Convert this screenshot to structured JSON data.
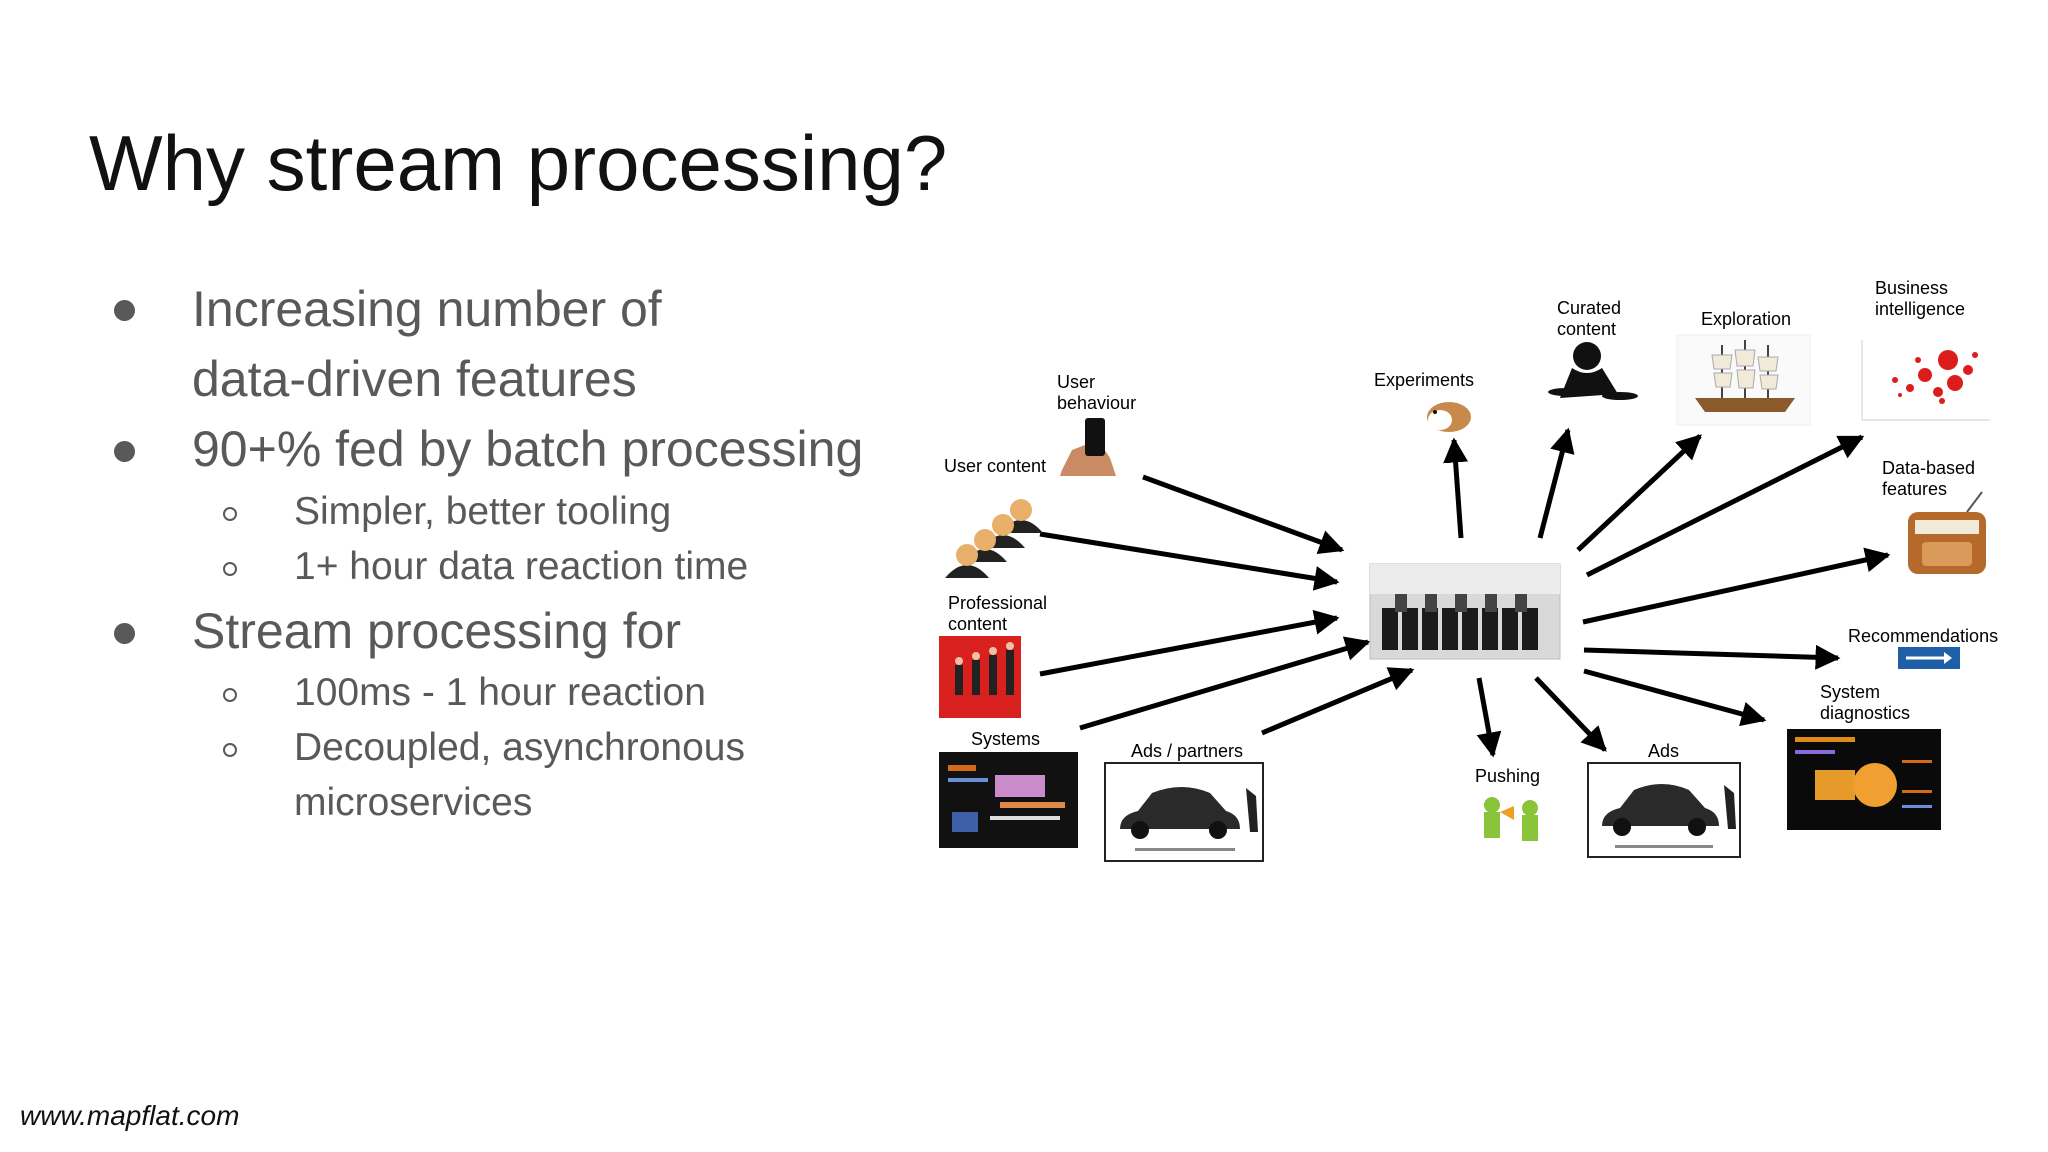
{
  "slide": {
    "title": "Why stream processing?",
    "footer": "www.mapflat.com"
  },
  "bullets": [
    {
      "level": 1,
      "lines": [
        "Increasing number of",
        "data-driven features"
      ]
    },
    {
      "level": 1,
      "lines": [
        "90+% fed by batch processing"
      ]
    },
    {
      "level": 2,
      "lines": [
        "Simpler, better tooling"
      ]
    },
    {
      "level": 2,
      "lines": [
        "1+ hour data reaction time"
      ]
    },
    {
      "level": 1,
      "lines": [
        "Stream processing for"
      ]
    },
    {
      "level": 2,
      "lines": [
        "100ms - 1 hour reaction"
      ]
    },
    {
      "level": 2,
      "lines": [
        "Decoupled, asynchronous",
        "microservices"
      ]
    }
  ],
  "diagram": {
    "center_icon": "server-room-image",
    "inputs": [
      {
        "label": [
          "User",
          "behaviour"
        ],
        "icon": "phone-in-hand-icon"
      },
      {
        "label": [
          "User content"
        ],
        "icon": "people-group-icon"
      },
      {
        "label": [
          "Professional",
          "content"
        ],
        "icon": "album-cover-image"
      },
      {
        "label": [
          "Systems"
        ],
        "icon": "dashboard-screen-image"
      },
      {
        "label": [
          "Ads / partners"
        ],
        "icon": "car-ad-image"
      }
    ],
    "outputs": [
      {
        "label": [
          "Experiments"
        ],
        "icon": "guinea-pig-icon"
      },
      {
        "label": [
          "Curated",
          "content"
        ],
        "icon": "dj-silhouette-icon"
      },
      {
        "label": [
          "Exploration"
        ],
        "icon": "sailing-ship-image"
      },
      {
        "label": [
          "Business",
          "intelligence"
        ],
        "icon": "bubble-chart-image"
      },
      {
        "label": [
          "Data-based",
          "features"
        ],
        "icon": "radio-icon"
      },
      {
        "label": [
          "Recommendations"
        ],
        "icon": "road-sign-arrow-icon"
      },
      {
        "label": [
          "System",
          "diagnostics"
        ],
        "icon": "lcars-screen-image"
      },
      {
        "label": [
          "Ads"
        ],
        "icon": "car-ad-image"
      },
      {
        "label": [
          "Pushing"
        ],
        "icon": "megaphone-figures-icon"
      }
    ]
  }
}
